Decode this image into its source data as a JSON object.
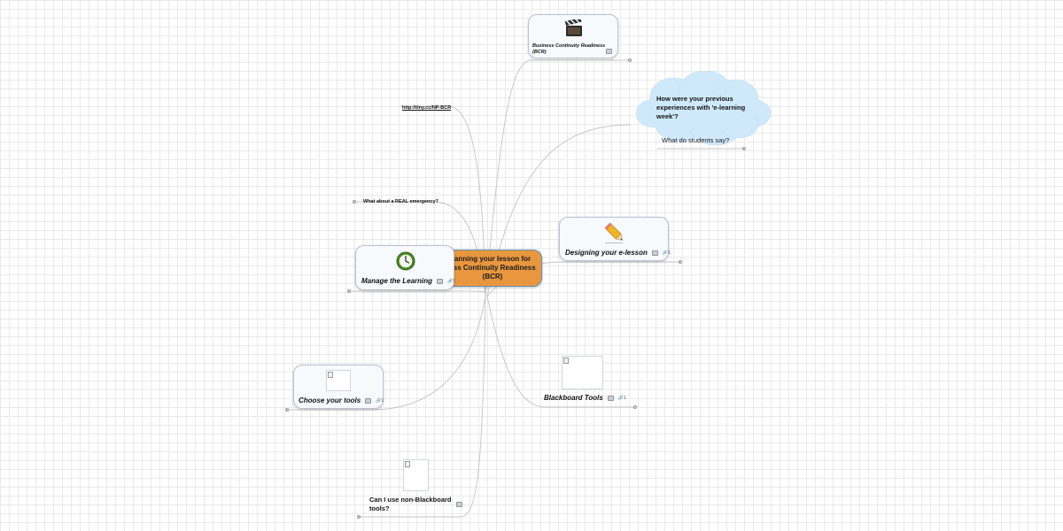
{
  "colors": {
    "central_fill": "#e8973f",
    "central_border": "#5e8fbd",
    "card_fill": "#f7f9fd",
    "card_border": "#b8c3d6",
    "cloud_fill": "#cfe9fb",
    "connector": "#c2c2c2",
    "grid": "#eaeaea"
  },
  "central": {
    "label_line1": "anning your lesson for",
    "label_line2": "ess Continuity Readiness",
    "label_line3": "(BCR)"
  },
  "topics": {
    "bcr": {
      "label_line1": "Business Continuity Readiness",
      "label_line2": "(BCR)",
      "icon": "film-clapper-icon"
    },
    "link": {
      "label": "http://tiny.cc/NP-BCR"
    },
    "cloud": {
      "label": "How were your previous experiences with 'e-learning week'?"
    },
    "students": {
      "label": "What do students say?"
    },
    "emergency": {
      "label": "What about a REAL emergency?"
    },
    "manage": {
      "label": "Manage the Learning",
      "icon": "clock-icon",
      "link_count": "1"
    },
    "designing": {
      "label": "Designing your e-lesson",
      "icon": "pencil-icon",
      "link_count": "1"
    },
    "blackboard": {
      "label": "Blackboard Tools",
      "link_count": "1"
    },
    "choose": {
      "label": "Choose your tools",
      "link_count": "1"
    },
    "nonbb": {
      "label_line1": "Can I use non-Blackboard",
      "label_line2": "tools?"
    }
  }
}
